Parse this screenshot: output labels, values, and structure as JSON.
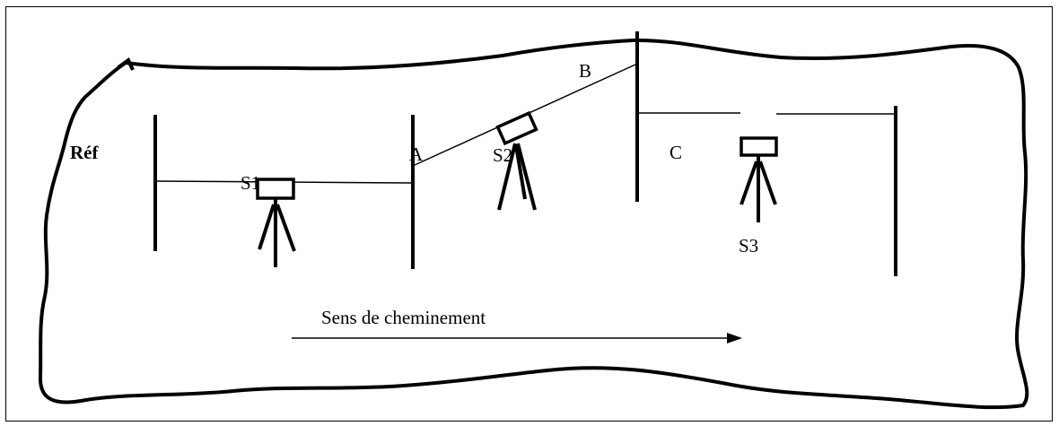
{
  "diagram": {
    "ref_label": "Réf",
    "point_a": "A",
    "point_b": "B",
    "point_c": "C",
    "station_1": "S1",
    "station_2": "S2",
    "station_3": "S3",
    "direction_caption": "Sens de cheminement"
  }
}
